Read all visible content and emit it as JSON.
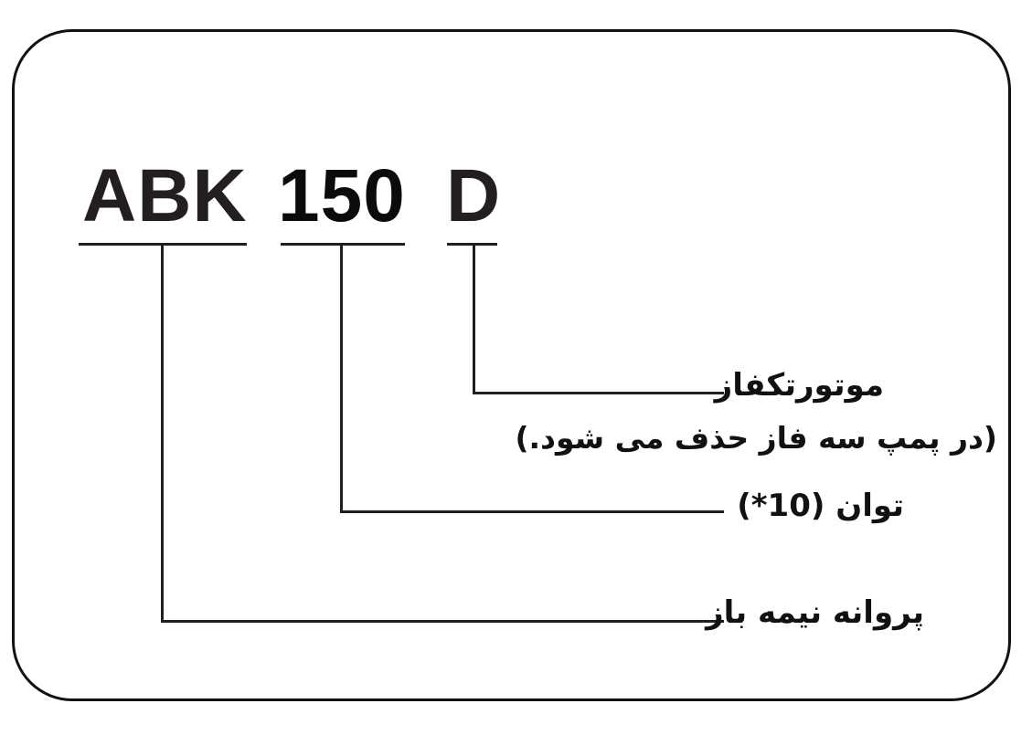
{
  "diagram": {
    "type": "model-code-breakdown",
    "code_parts": [
      {
        "id": "series",
        "text": "ABK"
      },
      {
        "id": "power",
        "text": "150"
      },
      {
        "id": "phase",
        "text": "D"
      }
    ],
    "labels": {
      "phase_title": "موتورتکفاز",
      "phase_note": "(در پمپ سه فاز حذف می شود.)",
      "power": "توان (10*)",
      "series": "پروانه نیمه باز"
    },
    "colors": {
      "ink": "#231f20",
      "background": "#ffffff",
      "frame": "#111111"
    }
  }
}
